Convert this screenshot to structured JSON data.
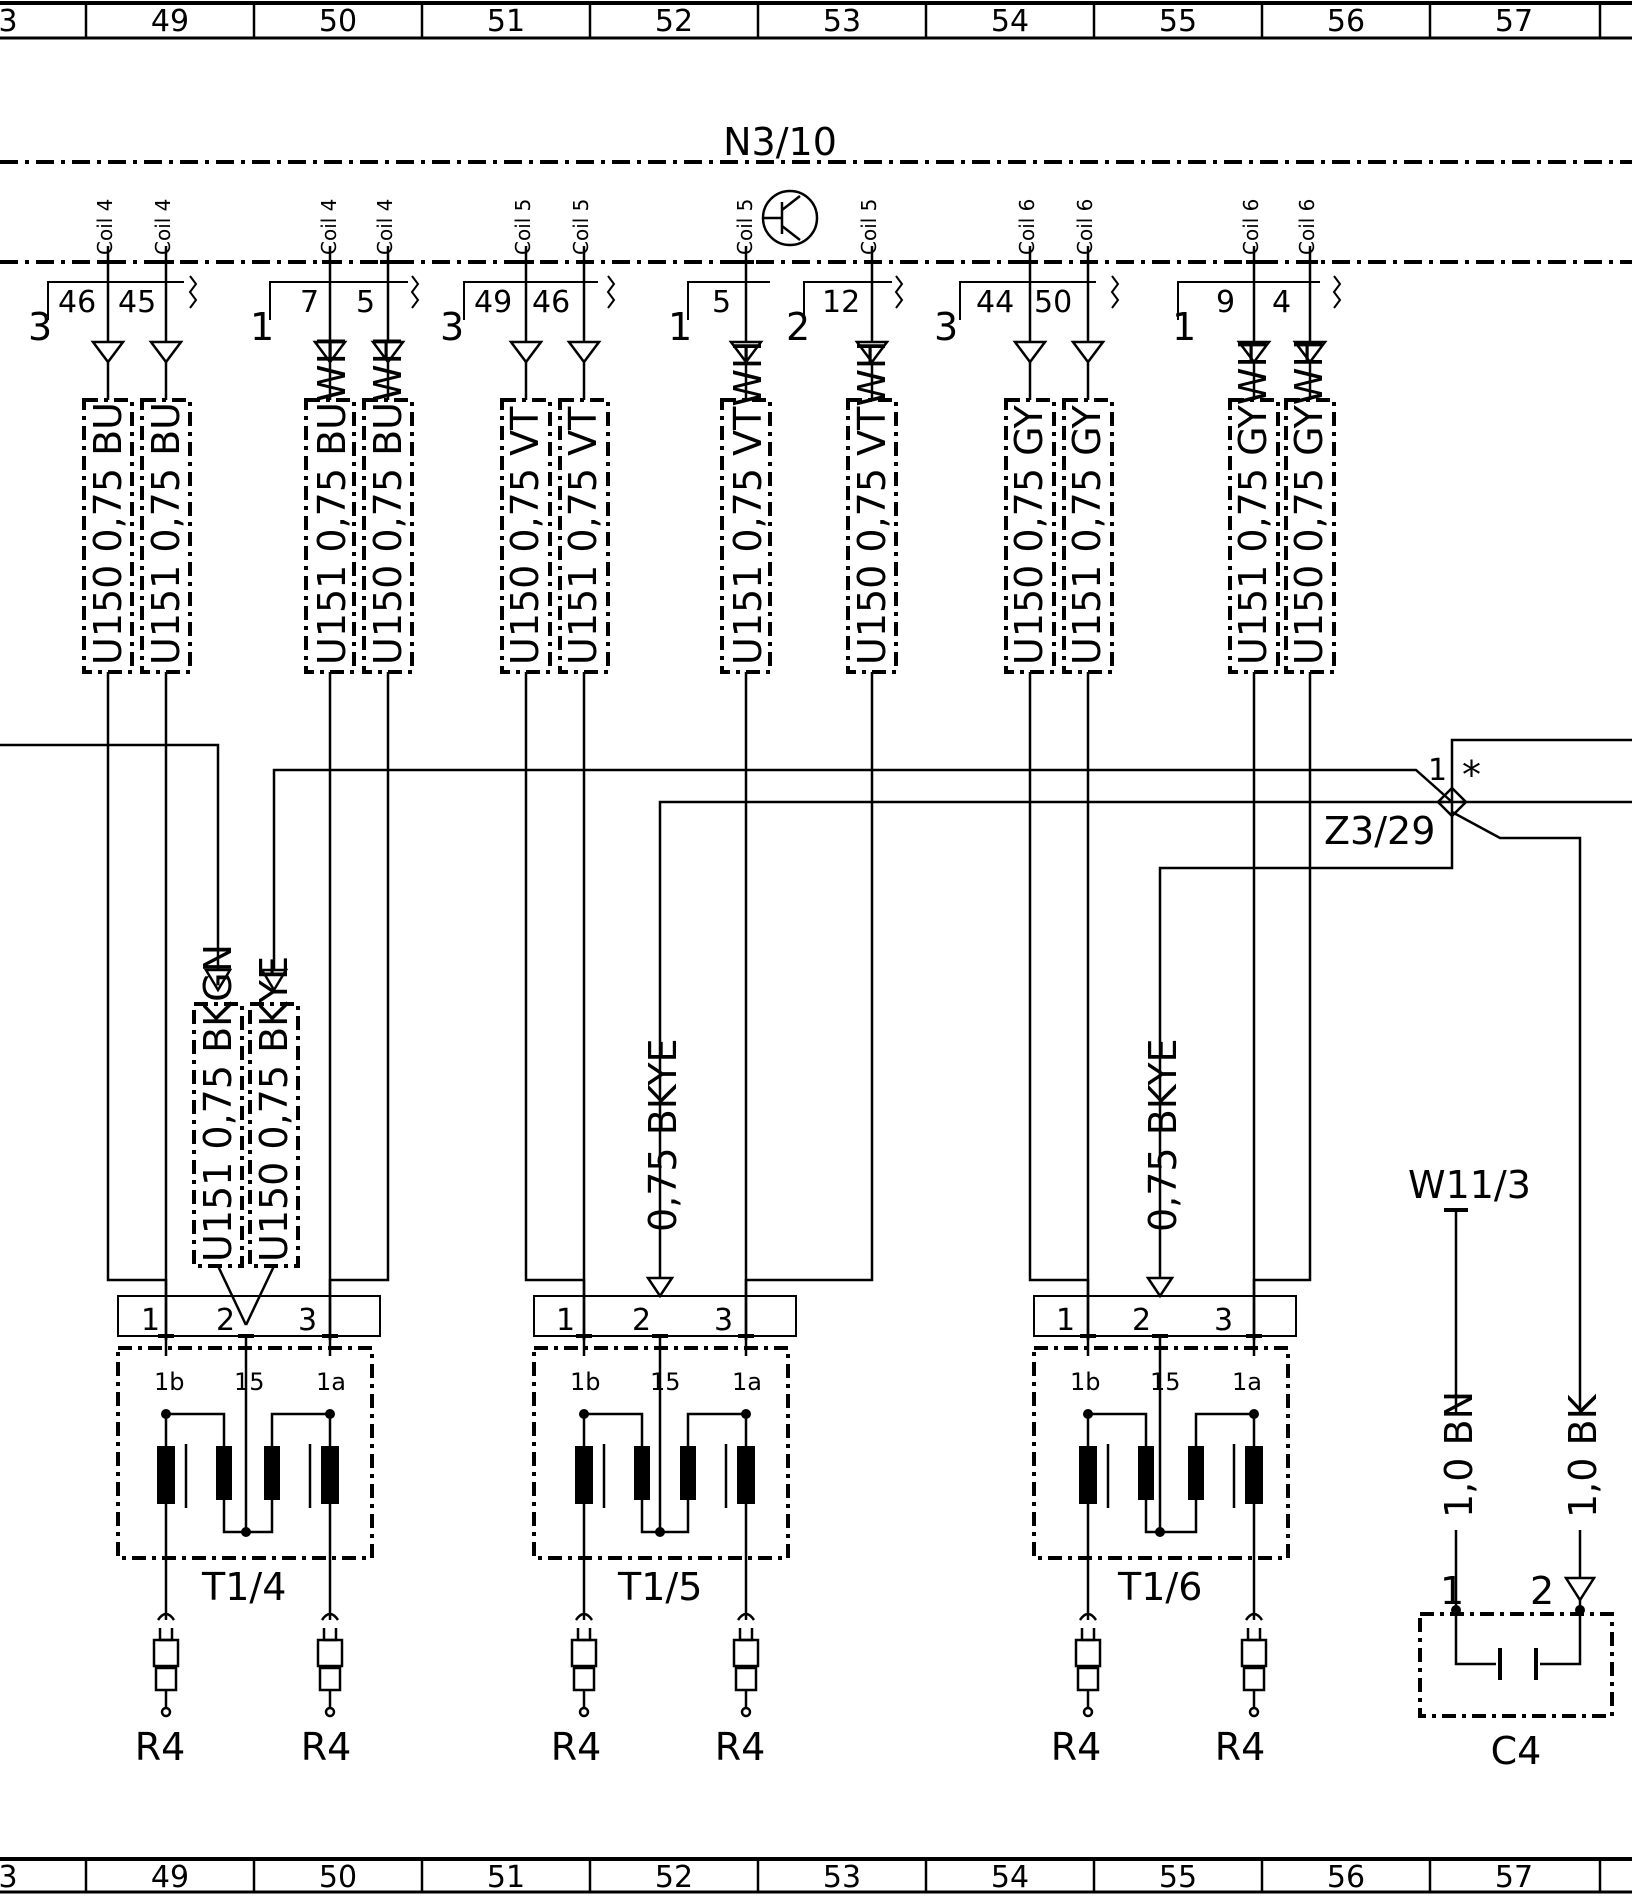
{
  "ruler": {
    "cells": [
      "3",
      "49",
      "50",
      "51",
      "52",
      "53",
      "54",
      "55",
      "56",
      "57"
    ]
  },
  "control_unit": {
    "label": "N3/10"
  },
  "pins": {
    "p1": "46",
    "p2": "45",
    "p3": "7",
    "p4": "5",
    "p5": "49",
    "p6": "46",
    "p7": "5",
    "p8": "12",
    "p9": "44",
    "p10": "50",
    "p11": "9",
    "p12": "4"
  },
  "coil_labels": {
    "c1": "Coil 4",
    "c2": "Coil 4",
    "c3": "Coil 4",
    "c4": "Coil 4",
    "c5": "Coil 5",
    "c6": "Coil 5",
    "c7": "Coil 5",
    "c8": "Coil 5",
    "c9": "Coil 6",
    "c10": "Coil 6",
    "c11": "Coil 6",
    "c12": "Coil 6"
  },
  "connector_numbers": {
    "g1": "3",
    "g2": "1",
    "g3": "3",
    "g4": "1",
    "g5": "2",
    "g6": "3",
    "g7": "1"
  },
  "wires": {
    "w1": "U150 0,75 BU",
    "w2": "U151 0,75 BU",
    "w3": "U151 0,75 BUWH",
    "w4": "U150 0,75 BUWH",
    "w5": "U150 0,75 VT",
    "w6": "U151 0,75 VT",
    "w7": "U151 0,75 VTWH",
    "w8": "U150 0,75 VTWH",
    "w9": "U150 0,75 GY",
    "w10": "U151 0,75 GY",
    "w11": "U151 0,75 GYWH",
    "w12": "U150 0,75 GYWH",
    "w13": "U151 0,75 BKGN",
    "w14": "U150 0,75 BKYE",
    "w15": "0,75 BKYE",
    "w16": "0,75 BKYE",
    "w17": "1,0 BN",
    "w18": "1,0 BK"
  },
  "splice": {
    "label": "Z3/29",
    "pin": "1",
    "mark": "*"
  },
  "coils": [
    {
      "name": "T1/4",
      "pins": [
        "1",
        "2",
        "3"
      ],
      "terms": [
        "1b",
        "15",
        "1a"
      ]
    },
    {
      "name": "T1/5",
      "pins": [
        "1",
        "2",
        "3"
      ],
      "terms": [
        "1b",
        "15",
        "1a"
      ]
    },
    {
      "name": "T1/6",
      "pins": [
        "1",
        "2",
        "3"
      ],
      "terms": [
        "1b",
        "15",
        "1a"
      ]
    }
  ],
  "plugs": [
    "R4",
    "R4",
    "R4",
    "R4",
    "R4",
    "R4"
  ],
  "ground": {
    "label": "W11/3"
  },
  "capacitor": {
    "label": "C4",
    "pin1": "1",
    "pin2": "2"
  }
}
